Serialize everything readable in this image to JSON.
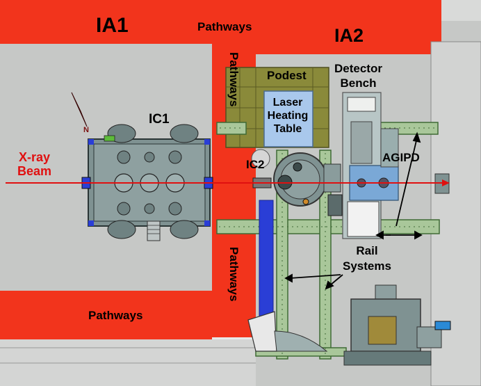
{
  "labels": {
    "ia1": "IA1",
    "ia2": "IA2",
    "ic1": "IC1",
    "ic2": "IC2",
    "pathways_top": "Pathways",
    "pathways_vertical_upper": "Pathways",
    "pathways_vertical_lower": "Pathways",
    "pathways_bottom": "Pathways",
    "podest": "Podest",
    "detector_bench": [
      "Detector",
      "Bench"
    ],
    "laser_heating_table": [
      "Laser",
      "Heating",
      "Table"
    ],
    "agipd": "AGIPD",
    "xray_beam": [
      "X-ray",
      "Beam"
    ],
    "rail_systems": [
      "Rail",
      "Systems"
    ],
    "north": "N"
  },
  "colors": {
    "pathway_red": "#f2341c",
    "floor_gray": "#c6c8c6",
    "floor_light": "#d9dad9",
    "podest_olive": "#8a8a3a",
    "laser_table_blue": "#a9c8ec",
    "rail_green": "#a9c79a",
    "beam_red": "#e01010",
    "beam_label_red": "#e01010",
    "blue_bar": "#2a3ed6",
    "equipment_gray": "#7f9292"
  }
}
